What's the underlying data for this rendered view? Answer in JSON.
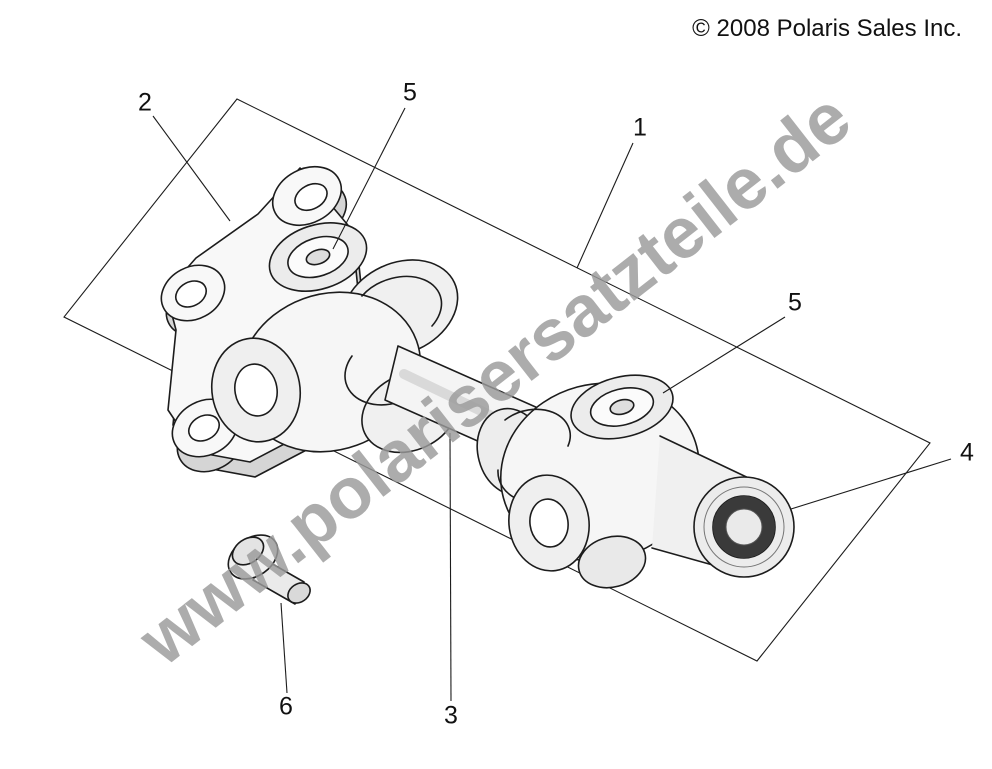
{
  "copyright": "© 2008 Polaris Sales Inc.",
  "watermark": "www.polarisersatzteile.de",
  "callouts": [
    {
      "label": "2"
    },
    {
      "label": "5"
    },
    {
      "label": "1"
    },
    {
      "label": "5"
    },
    {
      "label": "4"
    },
    {
      "label": "6"
    },
    {
      "label": "3"
    }
  ],
  "colors": {
    "watermark": "#9b9b9b",
    "line_art": "#1c1c1c",
    "background": "#ffffff"
  }
}
